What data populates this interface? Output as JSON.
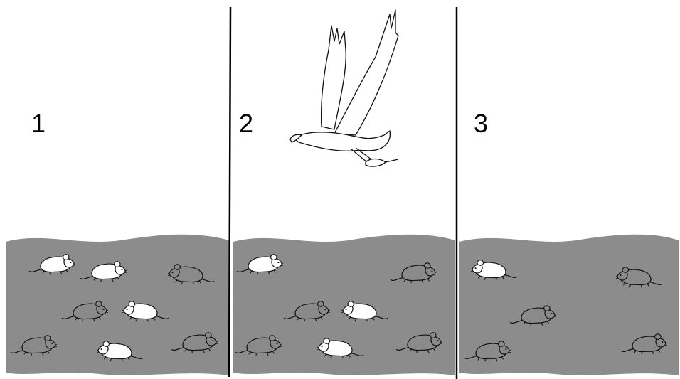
{
  "panels": [
    {
      "number": "1",
      "mice": [
        {
          "color": "white",
          "facing": "right"
        },
        {
          "color": "white",
          "facing": "right"
        },
        {
          "color": "dark",
          "facing": "left"
        },
        {
          "color": "dark",
          "facing": "right"
        },
        {
          "color": "white",
          "facing": "left"
        },
        {
          "color": "dark",
          "facing": "right"
        },
        {
          "color": "white",
          "facing": "left"
        },
        {
          "color": "dark",
          "facing": "right"
        }
      ]
    },
    {
      "number": "2",
      "has_bird": true,
      "bird_carrying": "white mouse",
      "mice": [
        {
          "color": "white",
          "facing": "right"
        },
        {
          "color": "dark",
          "facing": "right"
        },
        {
          "color": "dark",
          "facing": "right"
        },
        {
          "color": "white",
          "facing": "left"
        },
        {
          "color": "dark",
          "facing": "right"
        },
        {
          "color": "white",
          "facing": "left"
        },
        {
          "color": "dark",
          "facing": "right"
        }
      ]
    },
    {
      "number": "3",
      "mice": [
        {
          "color": "white",
          "facing": "left"
        },
        {
          "color": "dark",
          "facing": "left"
        },
        {
          "color": "dark",
          "facing": "right"
        },
        {
          "color": "dark",
          "facing": "right"
        },
        {
          "color": "dark",
          "facing": "right"
        }
      ]
    }
  ],
  "colors": {
    "ground": "#8c8c8c",
    "dark_mouse": "#8a8a8a",
    "white_mouse": "#ffffff",
    "outline": "#111111",
    "divider": "#000000"
  }
}
